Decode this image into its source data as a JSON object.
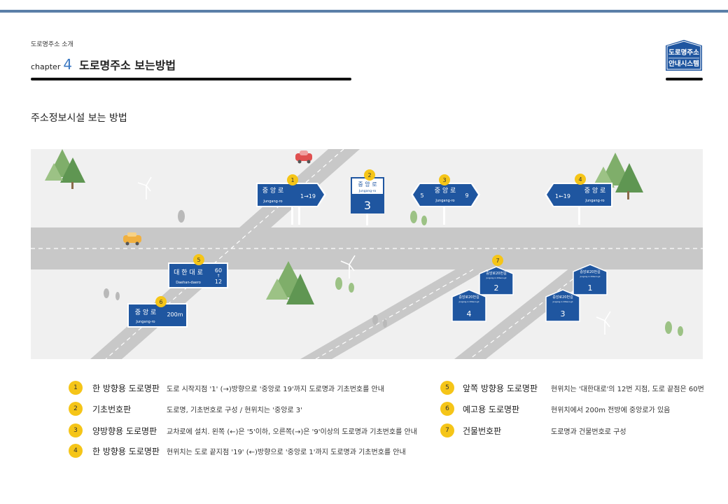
{
  "header": {
    "breadcrumb": "도로명주소 소개",
    "chapter_label": "chapter",
    "chapter_number": "4",
    "chapter_title": "도로명주소 보는방법",
    "logo_line1": "도로명주소",
    "logo_line2": "안내시스템"
  },
  "section_title": "주소정보시설 보는 방법",
  "colors": {
    "sign_blue": "#1f56a0",
    "marker_yellow": "#f5c518",
    "road_gray": "#c8c8c8",
    "accent": "#5b7fa8"
  },
  "signs": {
    "s1": {
      "marker": "1",
      "name": "중 앙 로",
      "roman": "Jungang-ro",
      "range": "1→19"
    },
    "s2": {
      "marker": "2",
      "name": "중 앙 로",
      "roman": "Jungang-ro",
      "number": "3"
    },
    "s3": {
      "marker": "3",
      "name": "중 앙 로",
      "roman": "Jungang-ro",
      "left": "5",
      "right": "9"
    },
    "s4": {
      "marker": "4",
      "name": "중 앙 로",
      "roman": "Jungang-ro",
      "range": "1←19"
    },
    "s5": {
      "marker": "5",
      "name": "대 한 대 로",
      "roman": "Daehan-daero",
      "top": "60",
      "bottom": "12"
    },
    "s6": {
      "marker": "6",
      "name": "중 앙 로",
      "roman": "Jungang-ro",
      "distance": "200m"
    },
    "s7": {
      "marker": "7"
    },
    "buildings": [
      {
        "addr": "중앙로20번길",
        "roman": "Jungang-ro 20beon-gil",
        "num": "2"
      },
      {
        "addr": "중앙로20번길",
        "roman": "Jungang-ro 20beon-gil",
        "num": "4"
      },
      {
        "addr": "중앙로20번길",
        "roman": "Jungang-ro 20beon-gil",
        "num": "1"
      },
      {
        "addr": "중앙로20번길",
        "roman": "Jungang-ro 20beon-gil",
        "num": "3"
      }
    ]
  },
  "legend": [
    {
      "num": "1",
      "name": "한 방향용 도로명판",
      "desc": "도로 시작지점 '1' (→)방향으로 '중앙로 19'까지 도로명과 기초번호를 안내"
    },
    {
      "num": "2",
      "name": "기초번호판",
      "desc": "도로명, 기초번호로 구성 / 현위치는 '중앙로 3'"
    },
    {
      "num": "3",
      "name": "양방향용 도로명판",
      "desc": "교차로에 설치. 왼쪽 (←)은 '5'이하, 오른쪽(→)은 '9'이상의 도로명과 기초번호를 안내"
    },
    {
      "num": "4",
      "name": "한 방향용 도로명판",
      "desc": "현위치는 도로 끝지점 '19' (←)방향으로 '중앙로 1'까지 도로명과 기초번호를 안내"
    },
    {
      "num": "5",
      "name": "앞쪽 방향용 도로명판",
      "desc": "현위치는 '대한대로'의 12번 지점, 도로 끝점은 60번"
    },
    {
      "num": "6",
      "name": "예고용 도로명판",
      "desc": "현위치에서 200m 전방에 중앙로가 있음"
    },
    {
      "num": "7",
      "name": "건물번호판",
      "desc": "도로명과 건물번호로 구성"
    }
  ]
}
